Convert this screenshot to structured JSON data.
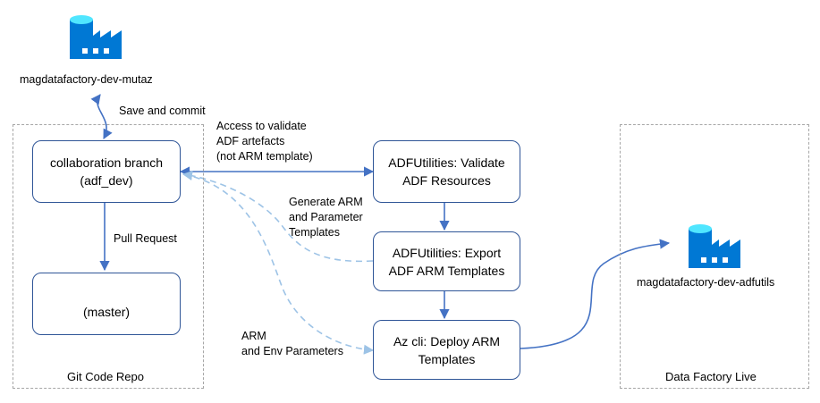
{
  "source_factory": {
    "name": "magdatafactory-dev-mutaz",
    "icon": "data-factory-icon"
  },
  "live_factory": {
    "name": "magdatafactory-dev-adfutils",
    "icon": "data-factory-icon"
  },
  "groups": {
    "git_repo": "Git Code Repo",
    "data_factory_live": "Data Factory Live"
  },
  "boxes": {
    "collab_line1": "collaboration branch",
    "collab_line2": "(adf_dev)",
    "master": "(master)",
    "validate_line1": "ADFUtilities: Validate",
    "validate_line2": "ADF Resources",
    "export_line1": "ADFUtilities: Export",
    "export_line2": "ADF ARM Templates",
    "deploy_line1": "Az cli: Deploy ARM",
    "deploy_line2": "Templates"
  },
  "edges": {
    "save_commit": "Save and commit",
    "pull_request": "Pull Request",
    "access_line1": "Access to validate",
    "access_line2": "ADF artefacts",
    "access_line3": "(not ARM template)",
    "generate_line1": "Generate ARM",
    "generate_line2": "and Parameter",
    "generate_line3": "Templates",
    "arm_line1": "ARM",
    "arm_line2": "and Env Parameters"
  },
  "colors": {
    "box_border": "#2f5597",
    "solid_arrow": "#4472c4",
    "dashed_arrow": "#9dc3e6",
    "group_border": "#a6a6a6",
    "icon_blue": "#0078d4",
    "icon_light": "#50e6ff"
  }
}
